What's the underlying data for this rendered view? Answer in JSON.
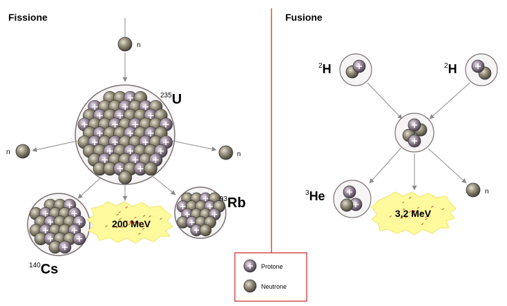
{
  "sections": {
    "fission": {
      "title": "Fissione"
    },
    "fusion": {
      "title": "Fusione"
    }
  },
  "labels": {
    "neutron": "n",
    "u_mass": "235",
    "u_symbol": "U",
    "rb_mass": "93",
    "rb_symbol": "Rb",
    "cs_mass": "140",
    "cs_symbol": "Cs",
    "h_mass": "2",
    "h_symbol": "H",
    "he_mass": "3",
    "he_symbol": "He"
  },
  "energy": {
    "fission": "200 MeV",
    "fusion": "3,2 MeV"
  },
  "legend": {
    "proton": "Protone",
    "neutron": "Neutrone"
  },
  "colors": {
    "divider": "#cc2222",
    "arrow": "#8a8a8a",
    "proton": "#7a6a7a",
    "neutron": "#8a8270",
    "energy_burst": "#fffa9c"
  }
}
